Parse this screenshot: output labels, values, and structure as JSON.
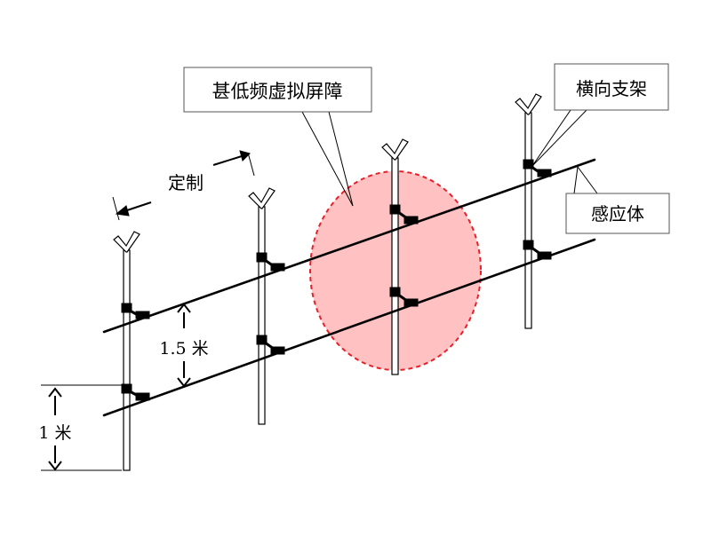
{
  "diagram": {
    "callout_vlf_screen": "甚低频虚拟屏障",
    "callout_crossarm": "横向支架",
    "callout_sensor": "感应体",
    "label_custom": "定制",
    "label_spacing": "1.5 米",
    "label_height": "1 米"
  },
  "colors": {
    "zone_fill": "#ffc1c1",
    "zone_stroke": "#e8202a",
    "line": "#000000",
    "callout_border": "#555555"
  }
}
